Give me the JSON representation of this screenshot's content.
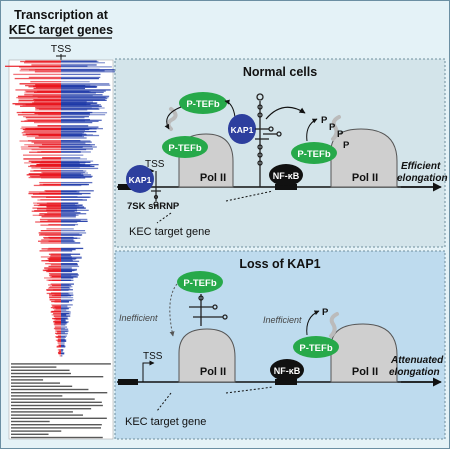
{
  "heatmap": {
    "title_line1": "Transcription at",
    "title_line2": "KEC target genes",
    "tss_label": "TSS"
  },
  "panel_top": {
    "title": "Normal cells",
    "labels": {
      "pteefb_top": "P-TEFb",
      "pteefb_mid": "P-TEFb",
      "kap1_right": "KAP1",
      "kap1_left": "KAP1",
      "tss": "TSS",
      "pol2_left": "Pol II",
      "snrnp": "7SK snRNP",
      "gene": "KEC target gene",
      "nfkb": "NF-κB",
      "pteefb_right": "P-TEFb",
      "p": "P",
      "pol2_right": "Pol II",
      "outcome_line1": "Efficient",
      "outcome_line2": "elongation"
    }
  },
  "panel_bottom": {
    "title": "Loss of KAP1",
    "labels": {
      "pteefb_top": "P-TEFb",
      "inefficient_left": "Inefficient",
      "tss": "TSS",
      "pol2_left": "Pol II",
      "gene": "KEC target gene",
      "nfkb": "NF-κB",
      "inefficient_right": "Inefficient",
      "pteefb_right": "P-TEFb",
      "p": "P",
      "pol2_right": "Pol II",
      "outcome_line1": "Attenuated",
      "outcome_line2": "elongation"
    }
  },
  "colors": {
    "background": "#e4f2f7",
    "panel_top": "#d3e4ea",
    "panel_bottom": "#bedbee",
    "ptefb_green": "#27a94a",
    "kap1_blue": "#2d3f9e",
    "pol2_grey": "#cfcfcf",
    "nfkb_black": "#111111",
    "heat_red": "#e8141c",
    "heat_blue": "#1f3aa8"
  }
}
